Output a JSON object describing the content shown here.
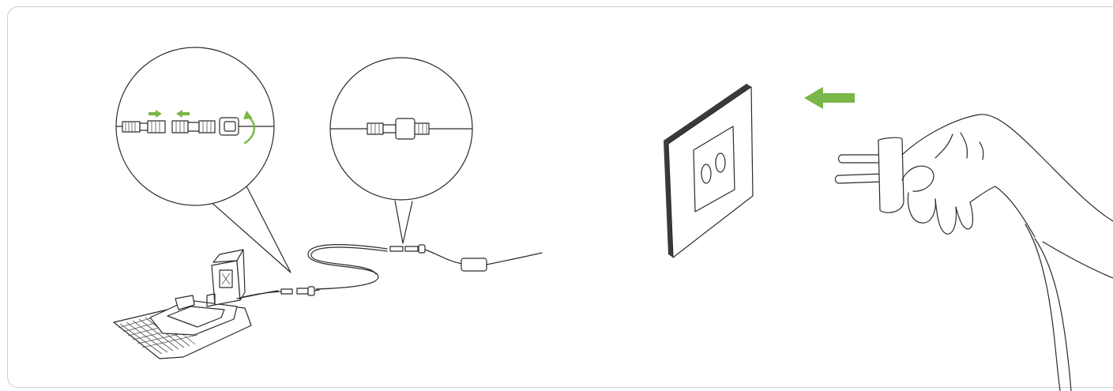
{
  "figure": {
    "panels": [
      "connect-cables-panel",
      "plug-into-socket-panel"
    ],
    "accent_color": "#7ab648",
    "line_color": "#2b2b2b",
    "icons": [
      "push-together-arrows",
      "twist-arrow",
      "insert-direction-arrow"
    ]
  }
}
